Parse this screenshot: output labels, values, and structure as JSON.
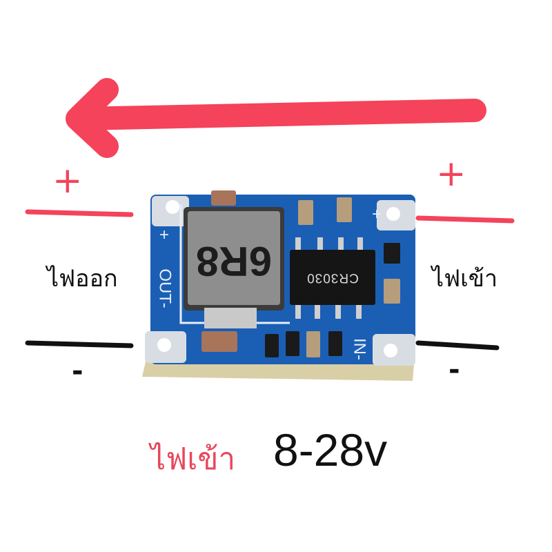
{
  "colors": {
    "arrow": "#f4435a",
    "positive_line": "#f4435a",
    "negative_line": "#111111",
    "footer_accent": "#e8475c",
    "pcb": "#1b5fb5"
  },
  "left": {
    "plus": "+",
    "label": "ไฟออก",
    "minus": "-"
  },
  "right": {
    "plus": "+",
    "label": "ไฟเข้า",
    "minus": "-"
  },
  "board": {
    "inductor_marking": "6R8",
    "chip_marking": "CR3030",
    "out_plus": "+",
    "out_label": "OUT-",
    "in_plus": "+",
    "in_label": "IN-"
  },
  "footer": {
    "label": "ไฟเข้า",
    "voltage": "8-28v"
  }
}
